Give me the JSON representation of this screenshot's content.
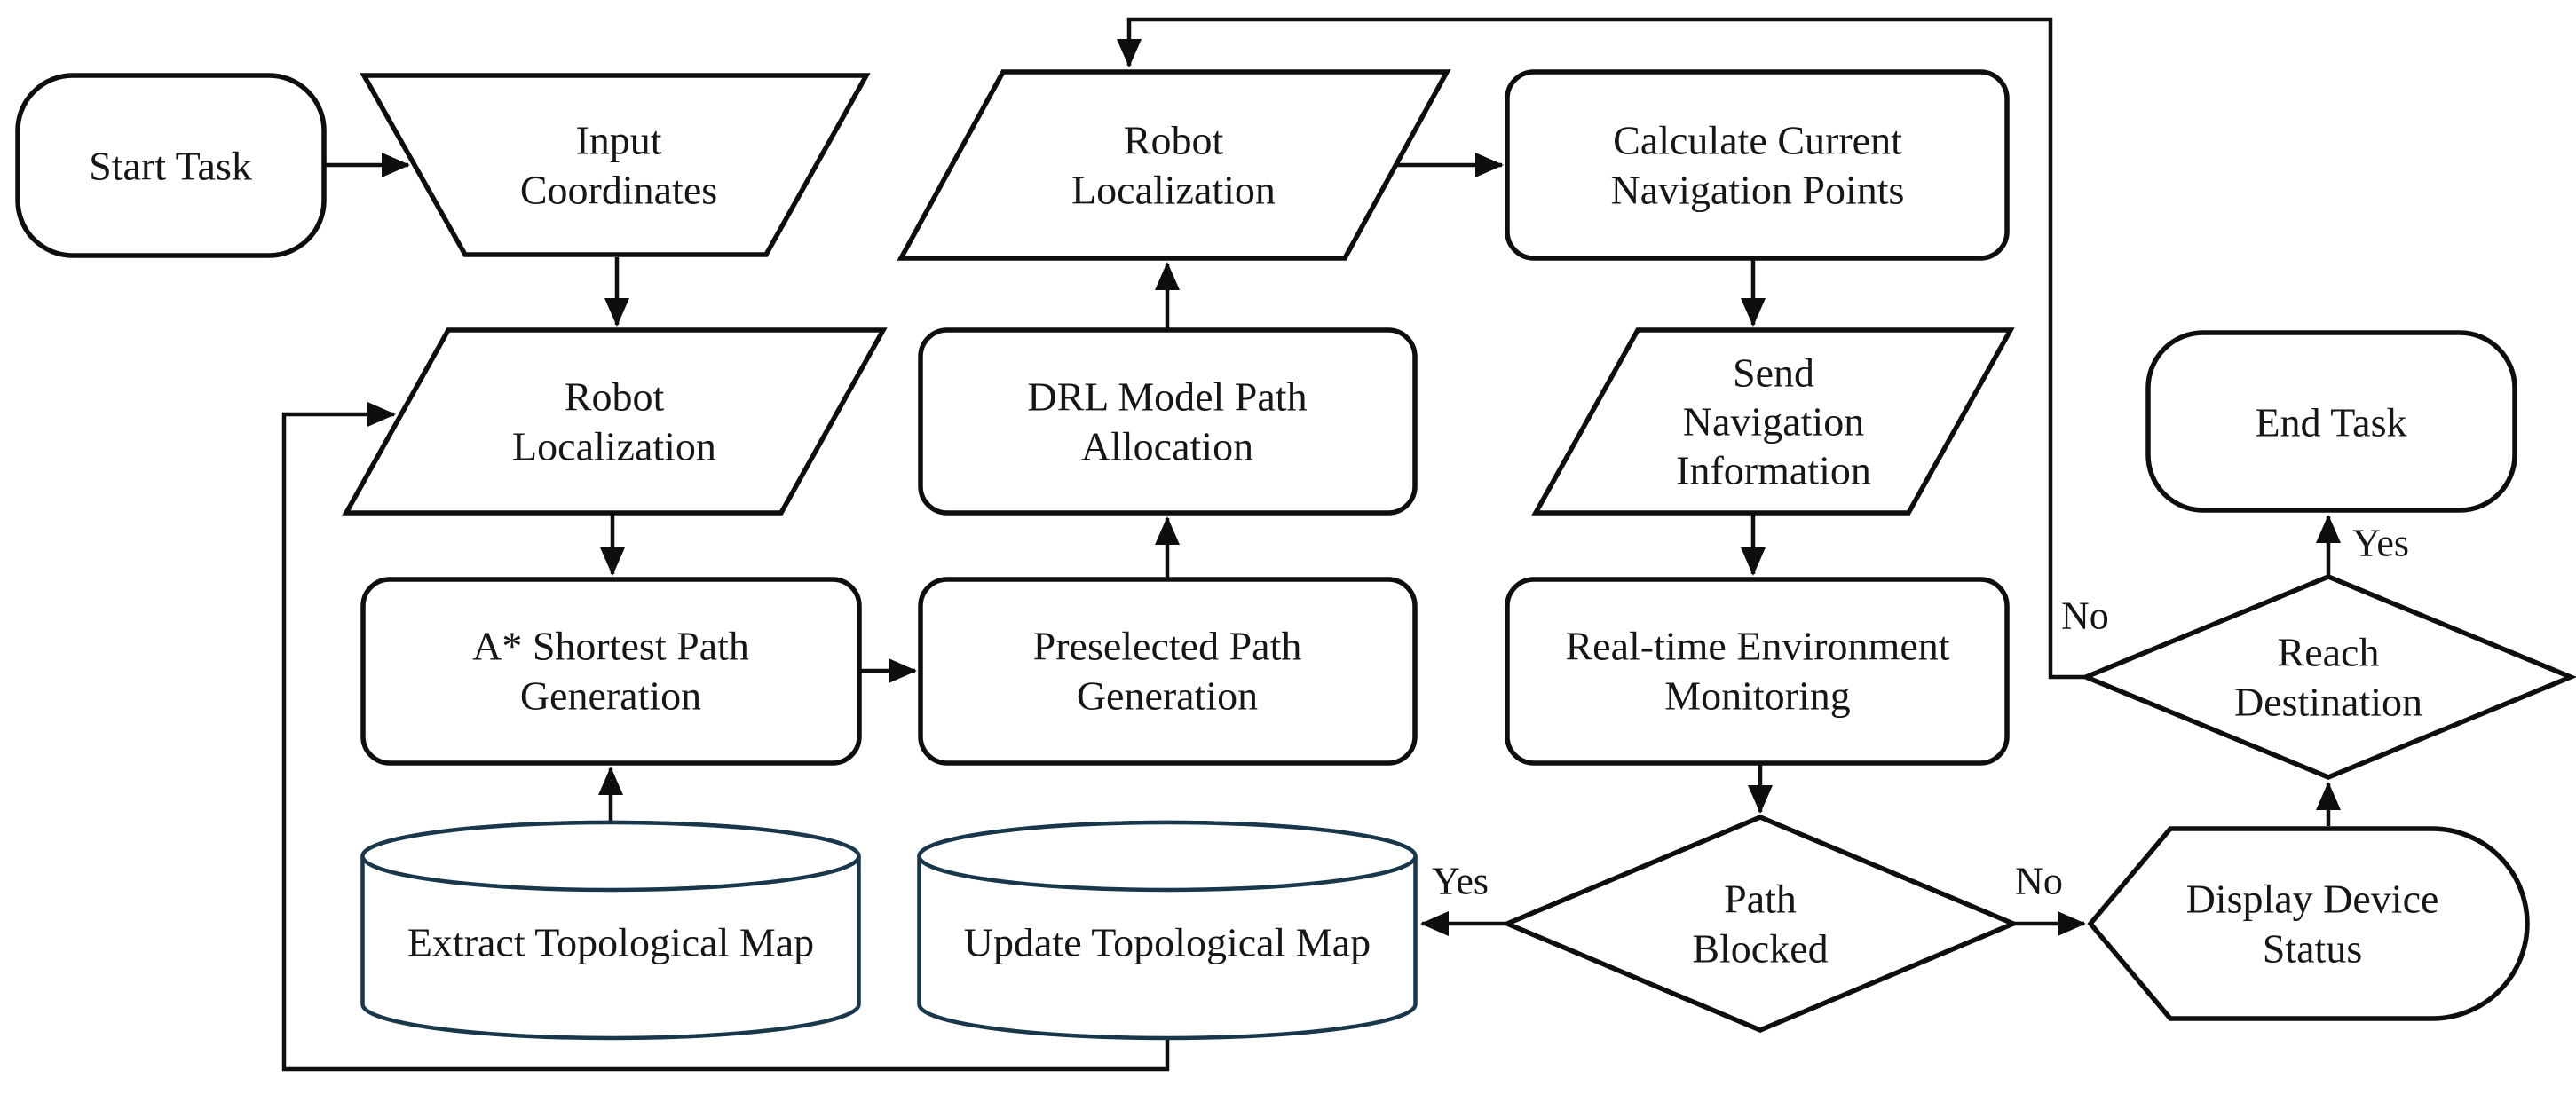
{
  "figure": {
    "type": "flowchart",
    "background": "#ffffff",
    "palette": {
      "shape_stroke": "#0e0e0e",
      "cylinder_stroke": "#18374a",
      "edge_color": "#0e0e0e",
      "text_color": "#161616",
      "fill": "#ffffff"
    }
  },
  "nodes": {
    "start_task": {
      "type": "terminator",
      "label": "Start Task"
    },
    "input_coordinates": {
      "type": "manual-input",
      "lines": [
        "Input",
        "Coordinates"
      ]
    },
    "robot_localization_1": {
      "type": "data-parallelogram",
      "lines": [
        "Robot",
        "Localization"
      ]
    },
    "a_star": {
      "type": "process",
      "lines": [
        "A* Shortest Path",
        "Generation"
      ]
    },
    "extract_map": {
      "type": "database",
      "label": "Extract Topological Map"
    },
    "preselected": {
      "type": "process",
      "lines": [
        "Preselected Path",
        "Generation"
      ]
    },
    "drl": {
      "type": "process",
      "lines": [
        "DRL Model Path",
        "Allocation"
      ]
    },
    "robot_localization_2": {
      "type": "data-parallelogram",
      "lines": [
        "Robot",
        "Localization"
      ]
    },
    "calculate": {
      "type": "process",
      "lines": [
        "Calculate Current",
        "Navigation Points"
      ]
    },
    "send_nav": {
      "type": "data-parallelogram",
      "lines": [
        "Send",
        "Navigation",
        "Information"
      ]
    },
    "realtime": {
      "type": "process",
      "lines": [
        "Real-time Environment",
        "Monitoring"
      ]
    },
    "update_map": {
      "type": "database",
      "label": "Update Topological Map"
    },
    "path_blocked": {
      "type": "decision",
      "lines": [
        "Path",
        "Blocked"
      ]
    },
    "display_status": {
      "type": "display",
      "lines": [
        "Display Device",
        "Status"
      ]
    },
    "reach_destination": {
      "type": "decision",
      "lines": [
        "Reach",
        "Destination"
      ]
    },
    "end_task": {
      "type": "terminator",
      "label": "End Task"
    }
  },
  "edge_labels": {
    "path_blocked_yes": "Yes",
    "path_blocked_no": "No",
    "reach_yes": "Yes",
    "reach_no": "No"
  },
  "edges": [
    {
      "from": "Start Task",
      "to": "Input Coordinates",
      "label": ""
    },
    {
      "from": "Input Coordinates",
      "to": "Robot Localization",
      "label": ""
    },
    {
      "from": "Robot Localization",
      "to": "A* Shortest Path Generation",
      "label": ""
    },
    {
      "from": "Extract Topological Map",
      "to": "A* Shortest Path Generation",
      "label": ""
    },
    {
      "from": "A* Shortest Path Generation",
      "to": "Preselected Path Generation",
      "label": ""
    },
    {
      "from": "Preselected Path Generation",
      "to": "DRL Model Path Allocation",
      "label": ""
    },
    {
      "from": "DRL Model Path Allocation",
      "to": "Robot Localization (upper)",
      "label": ""
    },
    {
      "from": "Robot Localization (upper)",
      "to": "Calculate Current Navigation Points",
      "label": ""
    },
    {
      "from": "Calculate Current Navigation Points",
      "to": "Send Navigation Information",
      "label": ""
    },
    {
      "from": "Send Navigation Information",
      "to": "Real-time Environment Monitoring",
      "label": ""
    },
    {
      "from": "Real-time Environment Monitoring",
      "to": "Path Blocked",
      "label": ""
    },
    {
      "from": "Path Blocked",
      "to": "Update Topological Map",
      "label": "Yes"
    },
    {
      "from": "Path Blocked",
      "to": "Display Device Status",
      "label": "No"
    },
    {
      "from": "Update Topological Map",
      "to": "Robot Localization",
      "label": ""
    },
    {
      "from": "Display Device Status",
      "to": "Reach Destination",
      "label": ""
    },
    {
      "from": "Reach Destination",
      "to": "End Task",
      "label": "Yes"
    },
    {
      "from": "Reach Destination",
      "to": "Robot Localization (upper)",
      "label": "No"
    }
  ]
}
